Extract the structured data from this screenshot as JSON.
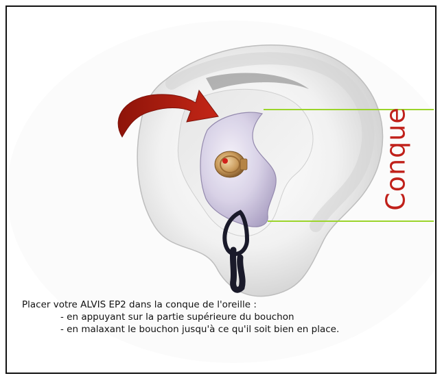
{
  "diagram": {
    "label": "Conque",
    "label_color": "#c0201a",
    "guide_line_color": "#9bd42a",
    "arrow_color": "#b21c12"
  },
  "instructions": {
    "heading": "Placer votre ALVIS EP2 dans la conque de l'oreille :",
    "steps": [
      "- en appuyant sur la partie supérieure du bouchon",
      "- en malaxant le bouchon jusqu'à ce qu'il soit bien en place."
    ]
  }
}
